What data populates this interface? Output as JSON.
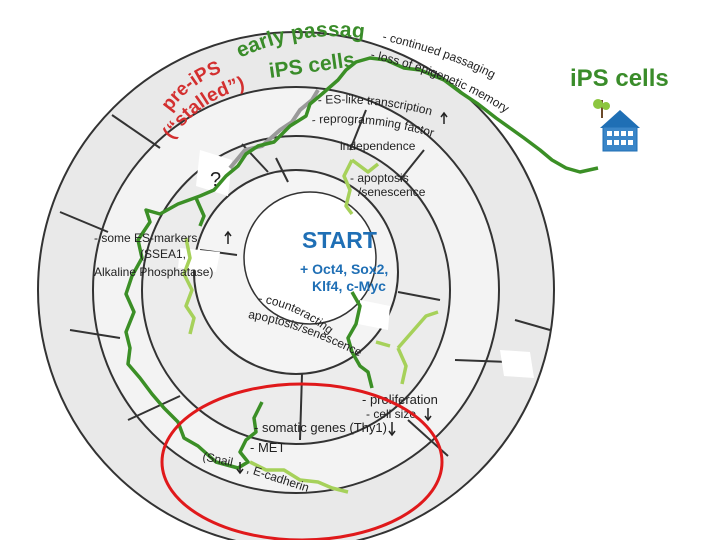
{
  "diagram": {
    "center": {
      "title": "START",
      "line1": "+ Oct4, Sox2,",
      "line2": "Klf4, c-Myc"
    },
    "goal": {
      "label": "iPS cells",
      "icon": "house-tree-icon"
    },
    "stages": {
      "early_passage_1": "early passage",
      "early_passage_2": "iPS cells",
      "pre_ips_1": "pre-iPS",
      "pre_ips_2": "(“stalled”)",
      "question": "?"
    },
    "barriers": {
      "apoptosis_1": "- apoptosis",
      "apoptosis_2": "/senescence",
      "counteracting_1": "- counteracting",
      "counteracting_2": "apoptosis/senescence",
      "es_markers_1": "- some ES-markers",
      "es_markers_2": "(SSEA1,",
      "es_markers_3": "Alkaline Phosphatase)",
      "proliferation": "- proliferation",
      "cell_size": "- cell size",
      "somatic": "- somatic genes (Thy1)",
      "met": "- MET",
      "snail": "(Snail",
      "ecadherin": ", E-cadherin",
      "es_transcription_1": "- ES-like transcription",
      "es_transcription_2": "- reprogramming factor",
      "es_transcription_3": "independence",
      "continued_1": "- continued passaging",
      "continued_2": "- loss of epigenetic memory"
    },
    "colors": {
      "green_path": "#2e8b1e",
      "light_green": "#9acd32",
      "red_text": "#d32f2f",
      "stage_green": "#3a8c2a",
      "ring_line": "#333333",
      "ring_fill": "#ececec",
      "annotation_circle": "#e0191b",
      "house_blue": "#1f6fb5"
    }
  }
}
